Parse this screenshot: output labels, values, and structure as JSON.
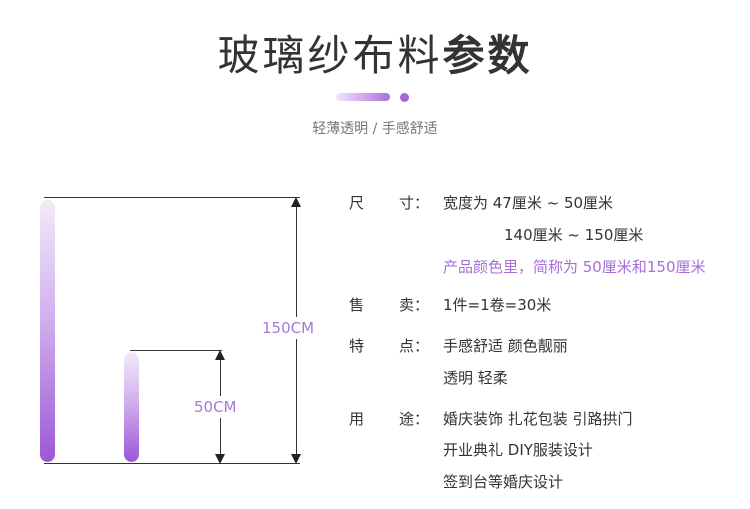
{
  "header": {
    "title_normal": "玻璃纱布料",
    "title_bold": "参数",
    "subtitle": "轻薄透明 / 手感舒适",
    "accent_color": "#a565d8"
  },
  "diagram": {
    "tall_label": "150CM",
    "short_label": "50CM"
  },
  "specs": {
    "size": {
      "label_1": "尺",
      "label_2": "寸：",
      "line1": "宽度为   47厘米  ~  50厘米",
      "line2": "140厘米 ~ 150厘米",
      "note": "产品颜色里，简称为 50厘米和150厘米"
    },
    "sale": {
      "label_1": "售",
      "label_2": "卖：",
      "line1": "1件=1卷=30米"
    },
    "feature": {
      "label_1": "特",
      "label_2": "点：",
      "line1": "手感舒适   颜色靓丽",
      "line2": "透明   轻柔"
    },
    "usage": {
      "label_1": "用",
      "label_2": "途：",
      "line1": "婚庆装饰   扎花包装   引路拱门",
      "line2": "开业典礼    DIY服装设计",
      "line3": "签到台等婚庆设计"
    }
  }
}
